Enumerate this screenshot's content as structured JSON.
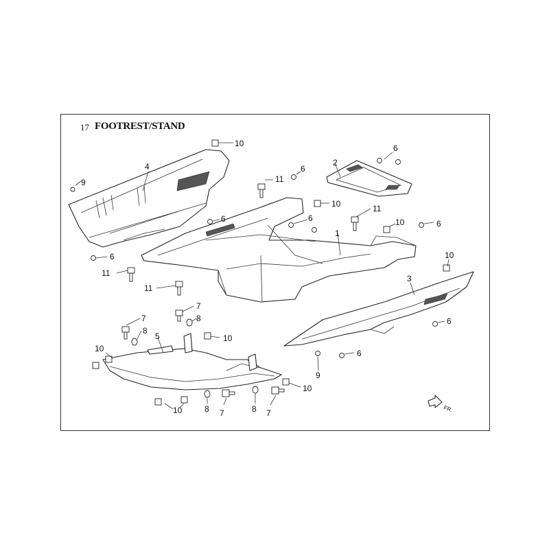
{
  "header": {
    "number": "17",
    "title": "FOOTREST/STAND"
  },
  "callouts": {
    "c10a": "10",
    "c4": "4",
    "c9a": "9",
    "c6a": "6",
    "c2": "2",
    "c11a": "11",
    "c6b": "6",
    "c10b": "10",
    "c11b": "11",
    "c6c": "6",
    "c6d": "6",
    "c10c": "10",
    "c6e": "6",
    "c1": "1",
    "c6f": "6",
    "c11c": "11",
    "c10d": "10",
    "c3": "3",
    "c11d": "11",
    "c7a": "7",
    "c8a": "8",
    "c7b": "7",
    "c8b": "8",
    "c5": "5",
    "c10e": "10",
    "c10f": "10",
    "c6g": "6",
    "c6h": "6",
    "c9b": "9",
    "c10g": "10",
    "c10h": "10",
    "c8c": "8",
    "c7c": "7",
    "c8d": "8",
    "c7d": "7"
  },
  "direction_label": "FR."
}
